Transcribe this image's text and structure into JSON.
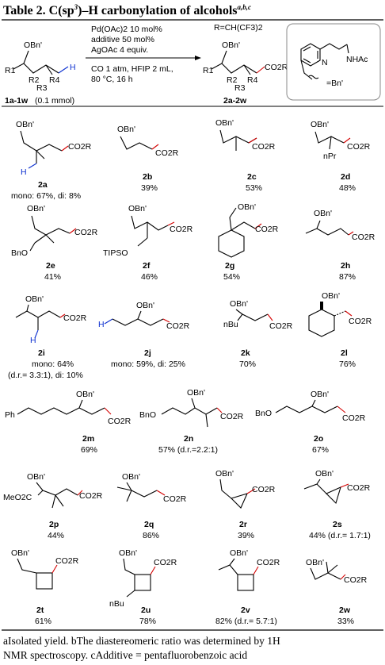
{
  "table": {
    "title": "Table 2. C(sp",
    "title_sup": "3",
    "title_rest": ")–H carbonylation of alcohols",
    "title_notes": "a,b,c"
  },
  "scheme": {
    "reactant_id": "1a-1w",
    "reactant_amount": "(0.1 mmol)",
    "conditions_top": [
      "Pd(OAc)2 10 mol%",
      "additive 50 mol%",
      "AgOAc 4 equiv."
    ],
    "conditions_bottom": [
      "CO 1 atm, HFIP 2 mL,",
      "80 °C, 16 h"
    ],
    "product_id": "2a-2w",
    "r_def": "R=CH(CF3)2",
    "aux_label": "=Bn'",
    "aux_group": "NHAc",
    "labels": {
      "obn": "OBn'",
      "r1": "R1",
      "r2": "R2",
      "r3": "R3",
      "r4": "R4",
      "h": "H",
      "co2r": "CO2R",
      "n": "N"
    }
  },
  "products": [
    {
      "id": "2a",
      "yield": "mono: 67%, di: 8%"
    },
    {
      "id": "2b",
      "yield": "39%"
    },
    {
      "id": "2c",
      "yield": "53%"
    },
    {
      "id": "2d",
      "yield": "48%"
    },
    {
      "id": "2e",
      "yield": "41%"
    },
    {
      "id": "2f",
      "yield": "46%"
    },
    {
      "id": "2g",
      "yield": "54%"
    },
    {
      "id": "2h",
      "yield": "87%"
    },
    {
      "id": "2i",
      "yield": "mono: 64%",
      "yield2": "(d.r.= 3.3:1), di: 10%"
    },
    {
      "id": "2j",
      "yield": "mono: 59%, di: 25%"
    },
    {
      "id": "2k",
      "yield": "70%"
    },
    {
      "id": "2l",
      "yield": "76%"
    },
    {
      "id": "2m",
      "yield": "69%"
    },
    {
      "id": "2n",
      "yield": "57% (d.r.=2.2:1)"
    },
    {
      "id": "2o",
      "yield": "67%"
    },
    {
      "id": "2p",
      "yield": "44%"
    },
    {
      "id": "2q",
      "yield": "86%"
    },
    {
      "id": "2r",
      "yield": "39%"
    },
    {
      "id": "2s",
      "yield": "44% (d.r.= 1.7:1)"
    },
    {
      "id": "2t",
      "yield": "61%"
    },
    {
      "id": "2u",
      "yield": "78%"
    },
    {
      "id": "2v",
      "yield": "82% (d.r.= 5.7:1)"
    },
    {
      "id": "2w",
      "yield": "33%"
    }
  ],
  "substituents": {
    "npr": "nPr",
    "bno": "BnO",
    "tipso": "TIPSO",
    "nbu": "nBu",
    "ph": "Ph",
    "meo2c": "MeO2C"
  },
  "footnotes": {
    "line1": "aIsolated yield. bThe diastereomeric ratio was determined by 1H",
    "line2": "NMR spectroscopy. cAdditive = pentafluorobenzoic acid"
  }
}
